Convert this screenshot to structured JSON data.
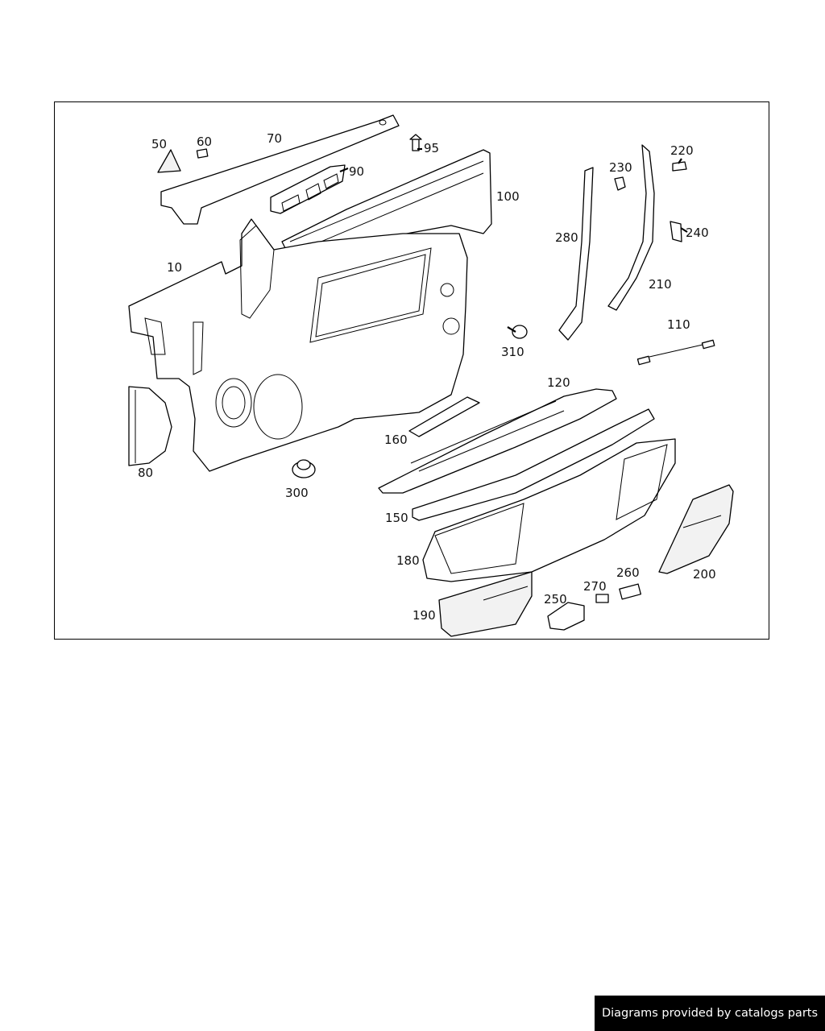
{
  "diagram": {
    "labels": {
      "p10": "10",
      "p50": "50",
      "p60": "60",
      "p70": "70",
      "p80": "80",
      "p90": "90",
      "p95": "95",
      "p100": "100",
      "p110": "110",
      "p120": "120",
      "p150": "150",
      "p160": "160",
      "p180": "180",
      "p190": "190",
      "p200": "200",
      "p210": "210",
      "p220": "220",
      "p230": "230",
      "p240": "240",
      "p250": "250",
      "p260": "260",
      "p270": "270",
      "p280": "280",
      "p300": "300",
      "p310": "310"
    }
  },
  "footer": {
    "credit": "Diagrams provided by catalogs parts"
  },
  "colors": {
    "stroke": "#000000",
    "background": "#ffffff",
    "banner": "#000000"
  }
}
